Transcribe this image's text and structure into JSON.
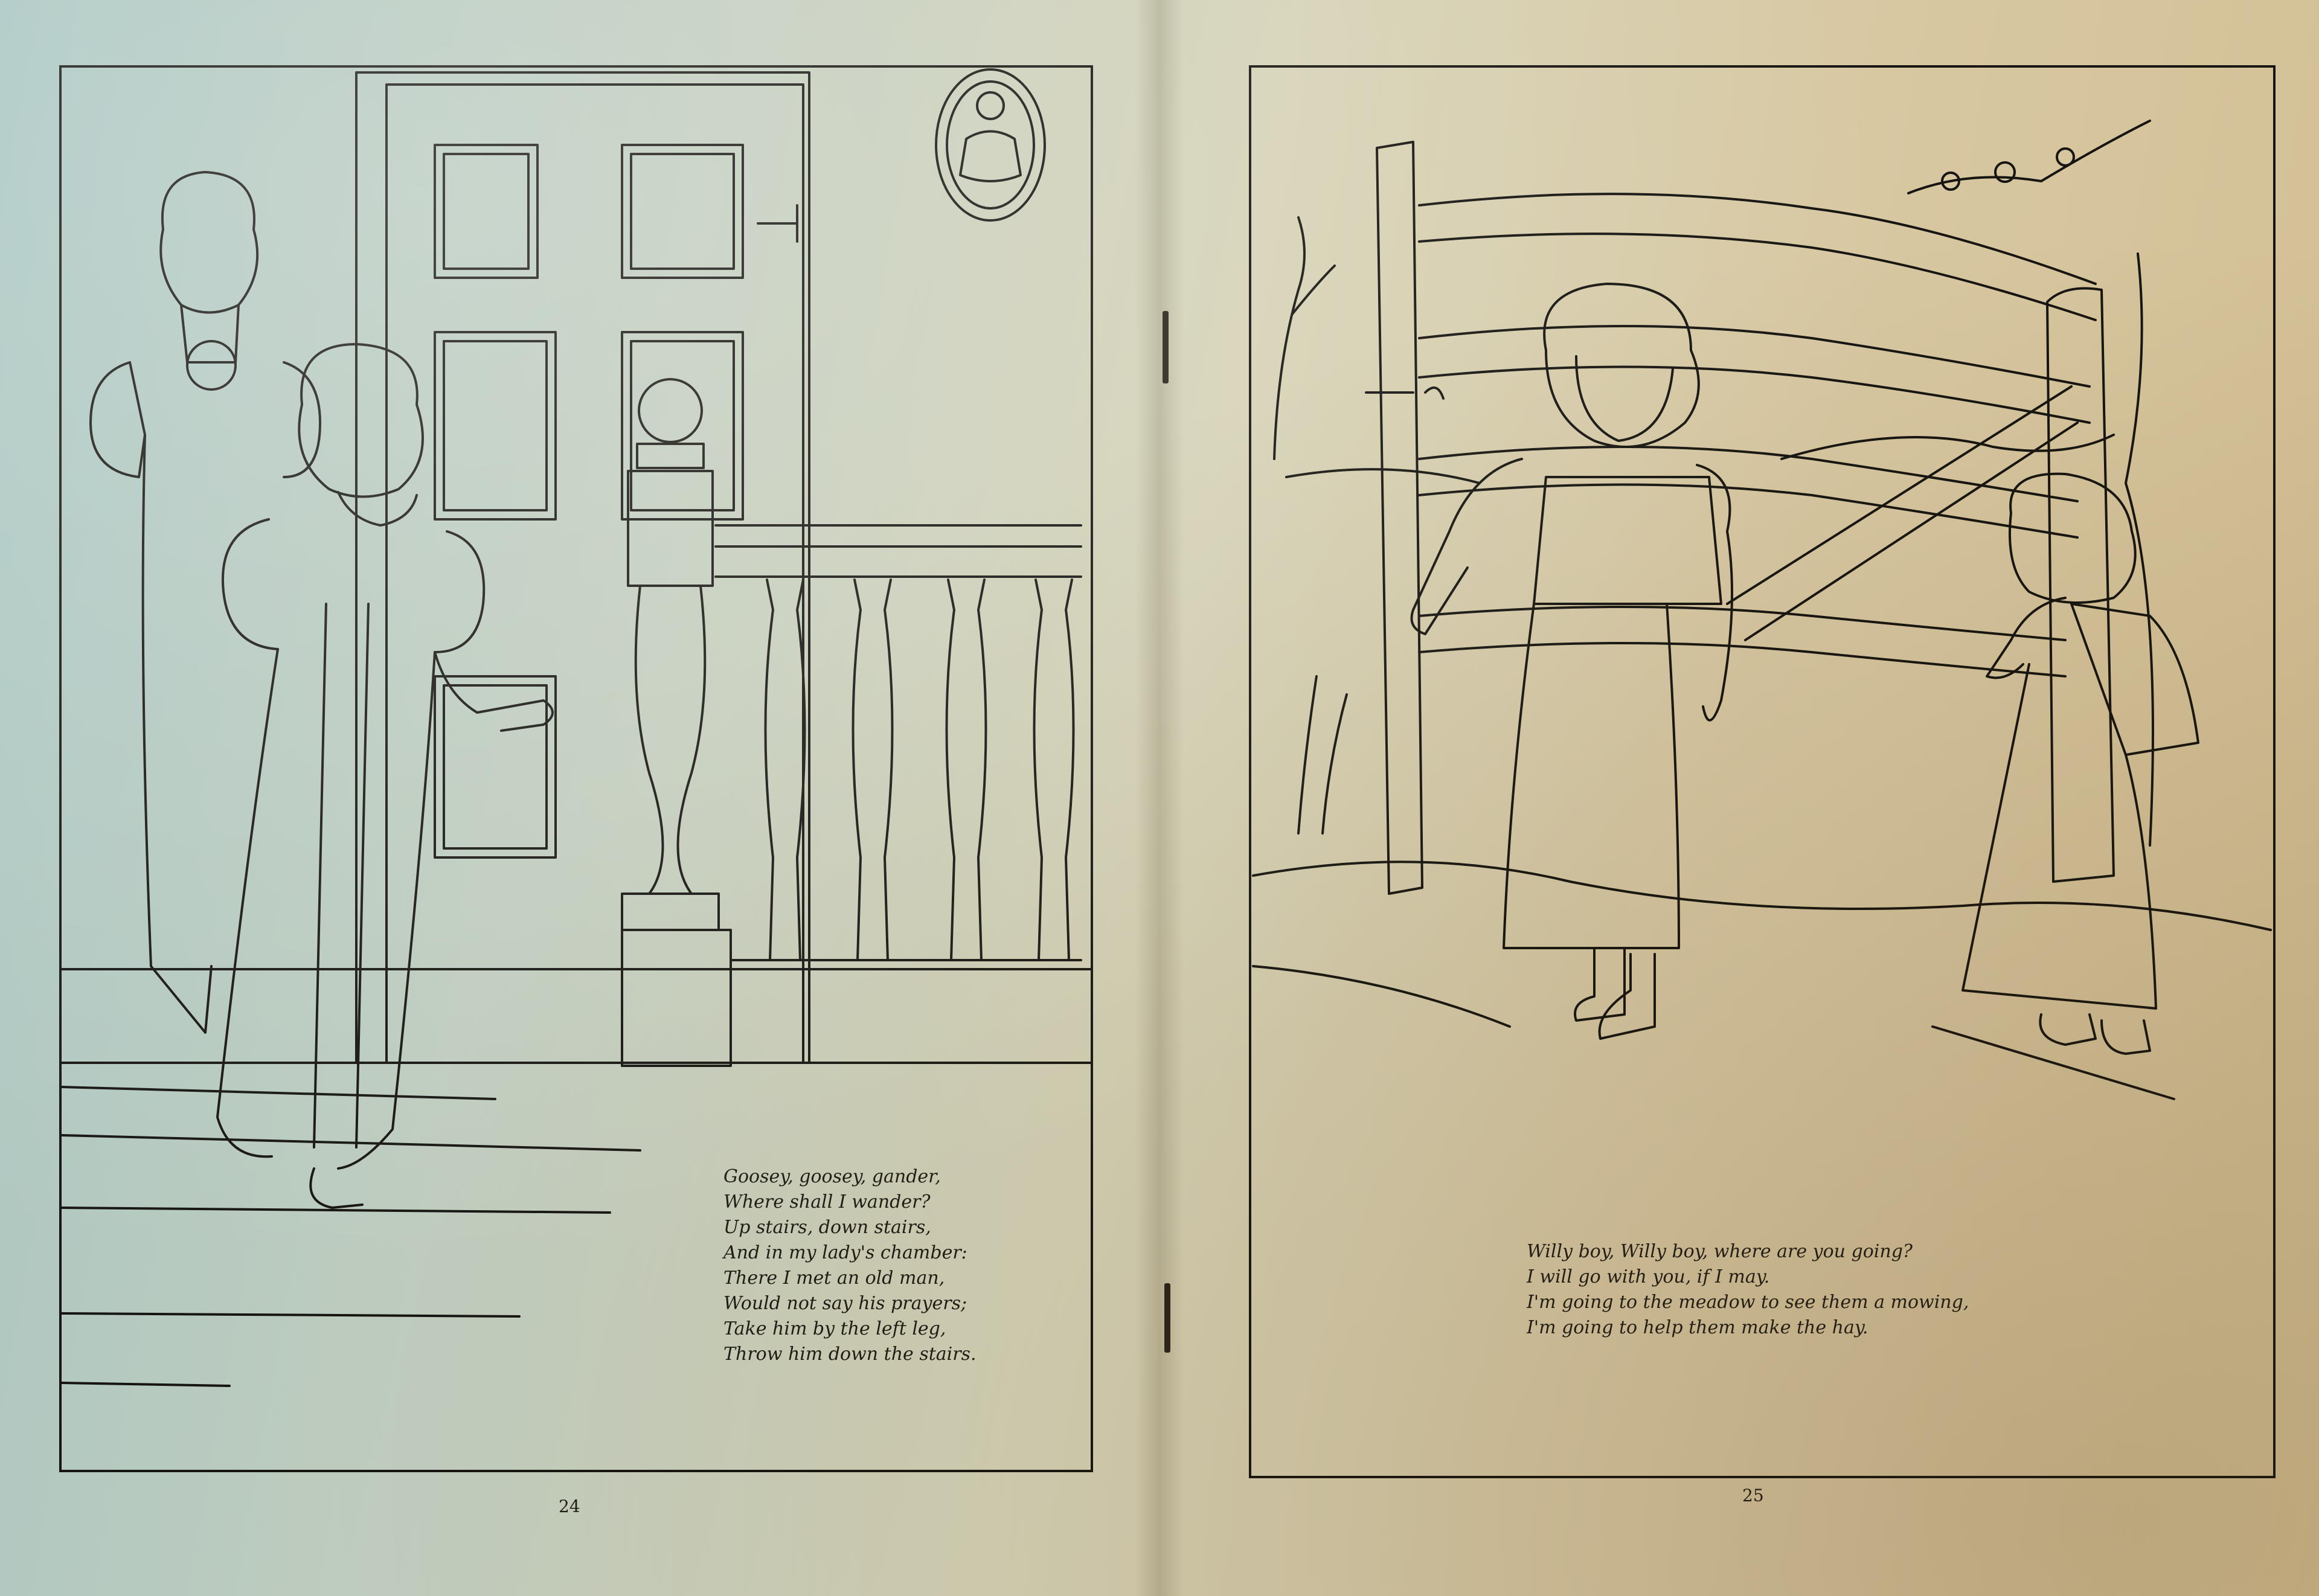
{
  "left_page": {
    "verse": [
      "Goosey, goosey, gander,",
      "Where shall I wander?",
      "Up stairs, down stairs,",
      "And in my lady's chamber:",
      "There I met an old man,",
      "Would not say his prayers;",
      "Take him by the left leg,",
      "Throw him down the stairs."
    ],
    "page_number": "24"
  },
  "right_page": {
    "verse": [
      "Willy boy, Willy boy, where are you going?",
      "I will go with you, if I may.",
      "I'm going to the meadow to see them a mowing,",
      "I'm going to help them make the hay."
    ],
    "page_number": "25"
  },
  "colors": {
    "paper_left": "#a9c6c2",
    "paper_right": "#d2bd91",
    "ink": "#161511"
  }
}
